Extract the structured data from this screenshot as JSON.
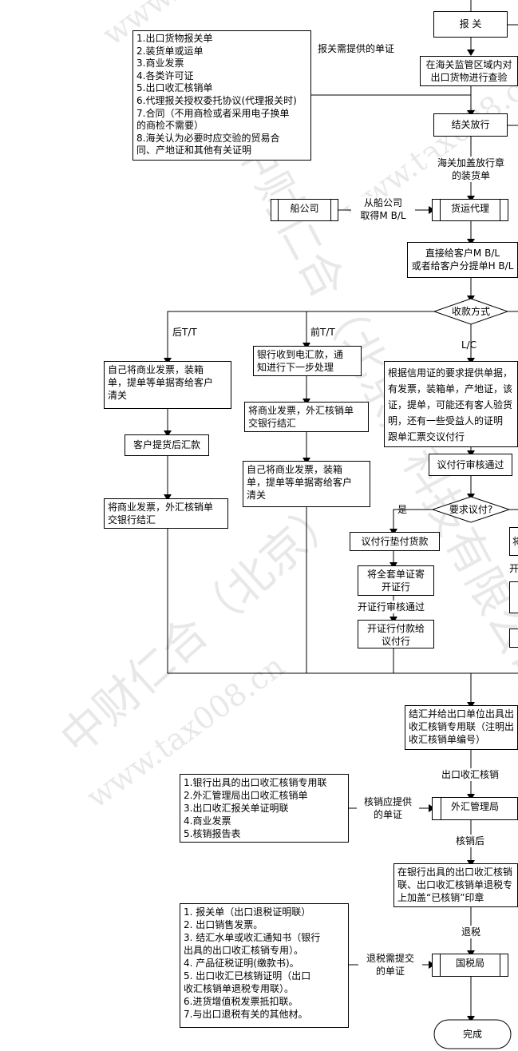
{
  "customs": {
    "label": "报 关"
  },
  "customs_edge_label": "报关需提供的单证",
  "customs_docs": [
    "1.出口货物报关单",
    "2.装货单或运单",
    "3.商业发票",
    "4.各类许可证",
    "5.出口收汇核销单",
    "6.代理报关授权委托协议(代理报关时)",
    "7.合同（不用商检或者采用电子换单",
    "的商检不需要）",
    "8.海关认为必要时应交验的贸易合",
    "同、产地证和其他有关证明"
  ],
  "inspection": [
    "在海关监管区域内对",
    "出口货物进行查验"
  ],
  "release": {
    "label": "结关放行"
  },
  "release_edge_label": [
    "海关加盖放行章",
    "的装货单"
  ],
  "shipping_co": {
    "label": "船公司"
  },
  "mbl_edge_label": [
    "从船公司",
    "取得M B/L"
  ],
  "forwarder": {
    "label": "货运代理"
  },
  "direct_to_customer": [
    "直接给客户M B/L",
    "或者给客户分提单H B/L"
  ],
  "payment_method": {
    "label": "收款方式"
  },
  "branch_labels": {
    "post_tt": "后T/T",
    "pre_tt": "前T/T",
    "lc": "L/C"
  },
  "post_tt_steps": {
    "send_docs": [
      "自己将商业发票，装箱",
      "单，提单等单据寄给客户",
      "清关"
    ],
    "remit": "客户提货后汇款",
    "settle": [
      "将商业发票，外汇核销单",
      "交银行结汇"
    ]
  },
  "pre_tt_steps": {
    "bank_notice": [
      "银行收到电汇款，通",
      "知进行下一步处理"
    ],
    "settle": [
      "将商业发票，外汇核销单",
      "交银行结汇"
    ],
    "send_docs": [
      "自己将商业发票，装箱",
      "单，提单等单据寄给客户",
      "清关"
    ]
  },
  "lc_steps": {
    "present_docs": [
      "根据信用证的要求提供单据，",
      "有发票，装箱单，产地证，该",
      "证，提单，可能还有客人验货",
      "明，还有一些受益人的证明",
      "跟单汇票交议付行"
    ],
    "negotiating_bank_ok": "议付行审核通过",
    "require_negotiation": "要求议付?",
    "yes": "是",
    "advance": "议付行垫付货款",
    "send_to_issuing": [
      "将全套单证寄",
      "开证行"
    ],
    "issuing_ok": "开证行审核通过",
    "issuing_pay": [
      "开证行付款给",
      "议付行"
    ],
    "right_fragment_1": "将",
    "right_fragment_2": "开"
  },
  "settlement": [
    "结汇并给出口单位出具出",
    "收汇核销专用联（注明出",
    "收汇核销单编号）"
  ],
  "export_writeoff": "出口收汇核销",
  "writeoff_edge_label": [
    "核销应提供",
    "的单证"
  ],
  "writeoff_docs": [
    "1.银行出具的出口收汇核销专用联",
    "2.外汇管理局出口收汇核销单",
    "3.出口收汇报关单证明联",
    "4.商业发票",
    "5.核销报告表"
  ],
  "safe": {
    "label": "外汇管理局"
  },
  "after_writeoff": "核销后",
  "stamp": [
    "在银行出具的出口收汇核销",
    "联、出口收汇核销单退税专",
    "上加盖“已核销”印章"
  ],
  "tax_refund": "退税",
  "refund_edge_label": [
    "退税需提交",
    "的单证"
  ],
  "refund_docs": [
    "1. 报关单（出口退税证明联）",
    "2. 出口销售发票。",
    "3. 结汇水单或收汇通知书（银行",
    "   出具的出口收汇核销专用）。",
    "4. 产品征税证明(缴款书)。",
    "5. 出口收汇已核销证明（出口",
    "   收汇核销单退税专用联）。",
    "6.进货增值税发票抵扣联。",
    "7.与出口退税有关的其他材。"
  ],
  "tax_bureau": {
    "label": "国税局"
  },
  "done": {
    "label": "完成"
  },
  "watermarks": [
    "中财仁合（北京）科技有限公司",
    "www.tax008.cn",
    "中财仁合（北京）",
    "www.tax008.cn",
    "www.tax008.cn"
  ]
}
